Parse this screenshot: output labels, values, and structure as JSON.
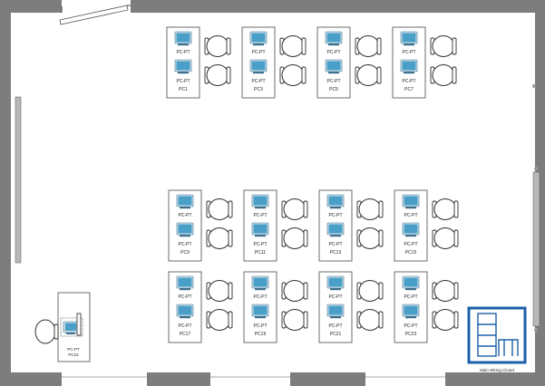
{
  "room": {
    "closet_label": "Main Wiring Closet",
    "colors": {
      "wall": "#7d7d7d",
      "closet": "#1c60a8",
      "pc_screen": "#4a9fc9",
      "pc_body": "#3d6f8d"
    }
  },
  "pcs": [
    {
      "label": "PC-PT",
      "name": "PC1",
      "row": 0,
      "col": 0
    },
    {
      "label": "PC-PT",
      "name": "PC3",
      "row": 0,
      "col": 1
    },
    {
      "label": "PC-PT",
      "name": "PC5",
      "row": 0,
      "col": 2
    },
    {
      "label": "PC-PT",
      "name": "PC7",
      "row": 0,
      "col": 3
    },
    {
      "label": "PC-PT",
      "name": "PC9",
      "row": 1,
      "col": 0
    },
    {
      "label": "PC-PT",
      "name": "PC11",
      "row": 1,
      "col": 1
    },
    {
      "label": "PC-PT",
      "name": "PC13",
      "row": 1,
      "col": 2
    },
    {
      "label": "PC-PT",
      "name": "PC15",
      "row": 1,
      "col": 3
    },
    {
      "label": "PC-PT",
      "name": "PC17",
      "row": 2,
      "col": 0
    },
    {
      "label": "PC-PT",
      "name": "PC19",
      "row": 2,
      "col": 1
    },
    {
      "label": "PC-PT",
      "name": "PC21",
      "row": 2,
      "col": 2
    },
    {
      "label": "PC-PT",
      "name": "PC23",
      "row": 2,
      "col": 3
    }
  ],
  "corner_pc": {
    "label": "PC-PT",
    "name": "PC24"
  }
}
